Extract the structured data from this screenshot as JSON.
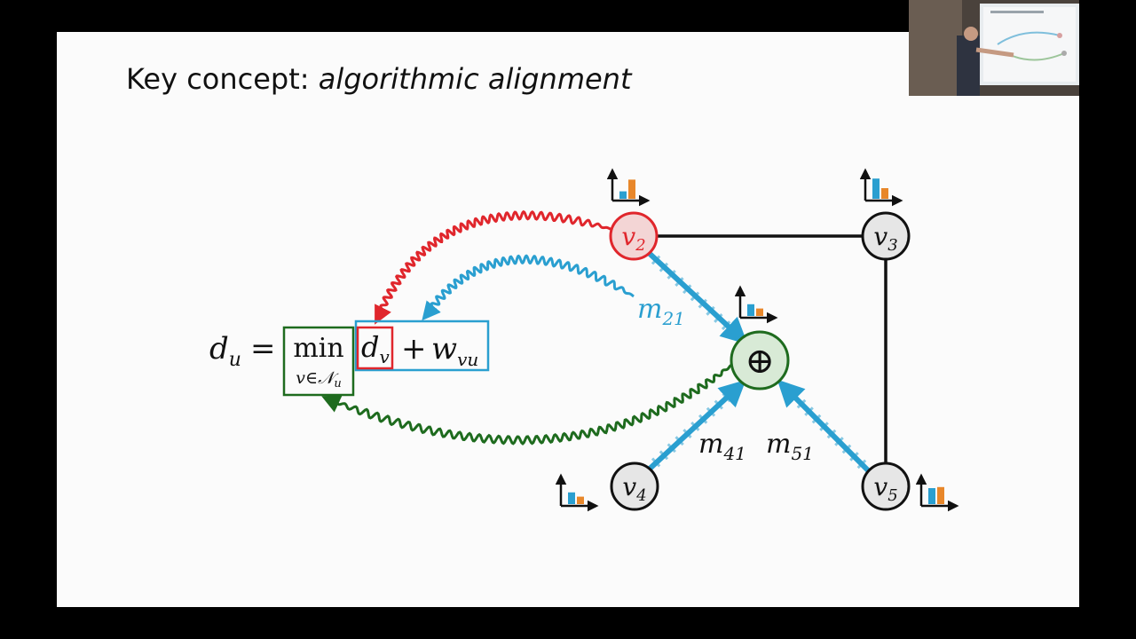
{
  "slide": {
    "title_prefix": "Key concept: ",
    "title_emphasis": "algorithmic alignment"
  },
  "formula": {
    "lhs_var": "d",
    "lhs_sub": "u",
    "equals": "=",
    "min_word": "min",
    "min_sub": "v∈𝒩",
    "min_sub_index": "u",
    "dv_var": "d",
    "dv_sub": "v",
    "plus": "+",
    "w_var": "w",
    "w_sub": "vu"
  },
  "nodes": [
    {
      "id": "v2",
      "letter": "v",
      "sub": "2",
      "highlight": "red"
    },
    {
      "id": "v3",
      "letter": "v",
      "sub": "3",
      "highlight": "none"
    },
    {
      "id": "v4",
      "letter": "v",
      "sub": "4",
      "highlight": "none"
    },
    {
      "id": "v5",
      "letter": "v",
      "sub": "5",
      "highlight": "none"
    }
  ],
  "aggregator": {
    "symbol": "⊕"
  },
  "messages": [
    {
      "letter": "m",
      "sub": "21"
    },
    {
      "letter": "m",
      "sub": "41"
    },
    {
      "letter": "m",
      "sub": "51"
    }
  ],
  "colors": {
    "red": "#e0262c",
    "blue": "#2a9fd0",
    "green": "#1e6b1e",
    "orange": "#e8872a",
    "node_fill": "#e6e6e6",
    "red_node_fill": "#f3d5d5",
    "green_node_fill": "#d8ead6"
  },
  "icons": [
    "bar-chart-icon"
  ]
}
